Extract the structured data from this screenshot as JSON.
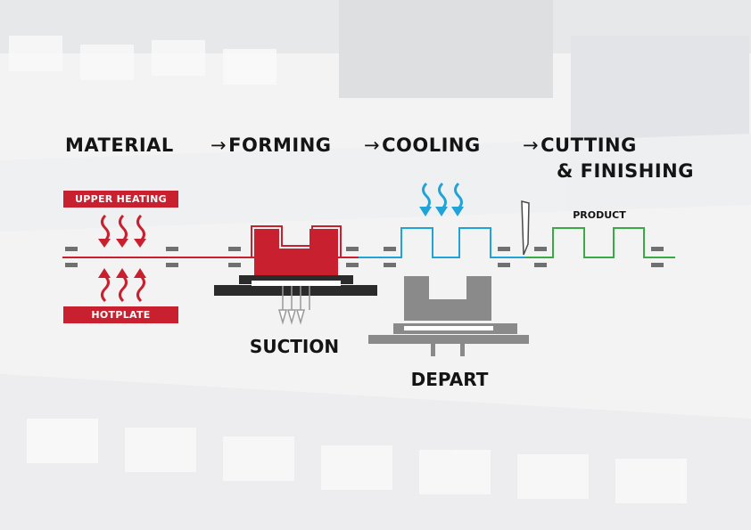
{
  "steps": {
    "material": "MATERIAL",
    "forming": "FORMING",
    "cooling": "COOLING",
    "cutting_line1": "CUTTING",
    "cutting_line2": "& FINISHING"
  },
  "labels": {
    "upper_heating": "UPPER HEATING",
    "hotplate": "HOTPLATE",
    "suction": "SUCTION",
    "depart": "DEPART",
    "product": "PRODUCT"
  },
  "arrow_symbol": "→",
  "colors": {
    "heating_red": "#c8202e",
    "cooling_blue": "#1fa3d8",
    "product_green": "#3aaa45",
    "mould_dark": "#2b2b2b",
    "mould_gray": "#8a8a8a",
    "clamp_gray": "#707070"
  }
}
